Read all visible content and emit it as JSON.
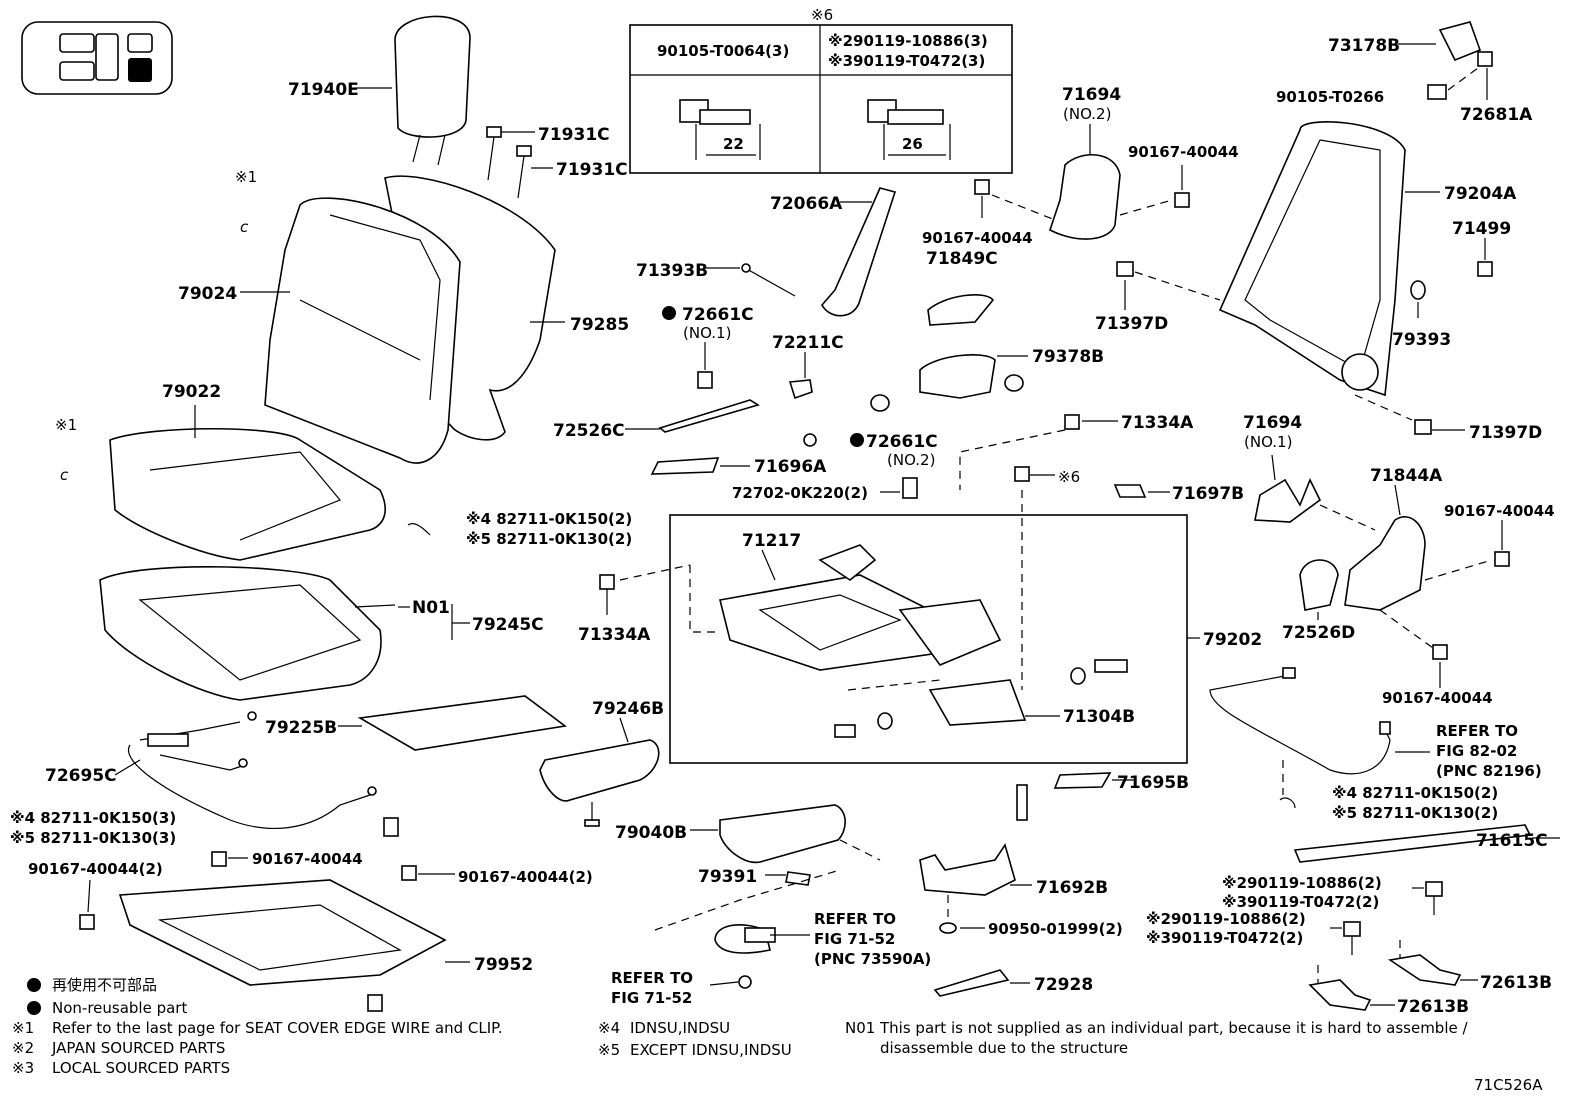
{
  "diagram_code": "71C526A",
  "labels": {
    "l71940E": "71940E",
    "l71931C_a": "71931C",
    "l71931C_b": "71931C",
    "l79024": "79024",
    "l79285": "79285",
    "l79022": "79022",
    "star1_a": "※1",
    "star1_b": "※1",
    "l82711_150_2": "※4 82711-0K150(2)",
    "l82711_130_2": "※5 82711-0K130(2)",
    "lN01": "N01",
    "l79245C": "79245C",
    "l79225B": "79225B",
    "l72695C": "72695C",
    "l82711_150_3": "※4 82711-0K150(3)",
    "l82711_130_3": "※5 82711-0K130(3)",
    "l90167_40044_a": "90167-40044",
    "l90167_40044_2a": "90167-40044(2)",
    "l90167_40044_2b": "90167-40044(2)",
    "l79952": "79952",
    "l79246B": "79246B",
    "l79040B": "79040B",
    "l79391": "79391",
    "refer_a1": "REFER TO",
    "refer_a2": "FIG 71-52",
    "refer_a3": "(PNC 73590A)",
    "refer_b1": "REFER TO",
    "refer_b2": "FIG 71-52",
    "l72066A": "72066A",
    "l71393B": "71393B",
    "l72661C_1": "72661C",
    "no1_a": "(NO.1)",
    "l72211C": "72211C",
    "l72526C": "72526C",
    "l72661C_2": "72661C",
    "no2_a": "(NO.2)",
    "l71696A": "71696A",
    "l72702": "72702-0K220(2)",
    "l71217": "71217",
    "l71334A_a": "71334A",
    "l71334A_b": "71334A",
    "l79202": "79202",
    "l71304B": "71304B",
    "l71695B": "71695B",
    "l71692B": "71692B",
    "l90950": "90950-01999(2)",
    "l72928": "72928",
    "star6_box": "※6",
    "star6_bolt": "※6",
    "box_col1": "90105-T0064(3)",
    "box_col2a": "※290119-10886(3)",
    "box_col2b": "※390119-T0472(3)",
    "dim22": "22",
    "dim26": "26",
    "l71694_top": "71694",
    "no2_b": "(NO.2)",
    "l90167_40044_b": "90167-40044",
    "l90167_40044_c": "90167-40044",
    "l71849C": "71849C",
    "l79378B": "79378B",
    "l71697B": "71697B",
    "l73178B": "73178B",
    "l90105_T0266": "90105-T0266",
    "l72681A": "72681A",
    "l79204A": "79204A",
    "l71499": "71499",
    "l71397D_a": "71397D",
    "l79393": "79393",
    "l71397D_b": "71397D",
    "l71694_b": "71694",
    "no1_b": "(NO.1)",
    "l71844A": "71844A",
    "l90167_40044_d": "90167-40044",
    "l72526D": "72526D",
    "l90167_40044_e": "90167-40044",
    "refer_c1": "REFER TO",
    "refer_c2": "FIG 82-02",
    "refer_c3": "(PNC 82196)",
    "l82711_150_2b": "※4 82711-0K150(2)",
    "l82711_130_2b": "※5 82711-0K130(2)",
    "l71615C": "71615C",
    "l90119_10886_2a": "※290119-10886(2)",
    "l90119_T0472_2a": "※390119-T0472(2)",
    "l90119_10886_2b": "※290119-10886(2)",
    "l90119_T0472_2b": "※390119-T0472(2)",
    "l72613B_a": "72613B",
    "l72613B_b": "72613B"
  },
  "legend": {
    "jp": "再使用不可部品",
    "en": "Non-reusable part",
    "n1_mark": "※1",
    "n1": "Refer to the last page for SEAT COVER EDGE WIRE and CLIP.",
    "n2_mark": "※2",
    "n2": "JAPAN SOURCED PARTS",
    "n3_mark": "※3",
    "n3": "LOCAL SOURCED PARTS",
    "n4_mark": "※4",
    "n4": "IDNSU,INDSU",
    "n5_mark": "※5",
    "n5": "EXCEPT IDNSU,INDSU",
    "n01_mark": "N01",
    "n01_line1": "This part is not supplied as an individual part, because it is hard to assemble /",
    "n01_line2": "disassemble due to the structure"
  }
}
